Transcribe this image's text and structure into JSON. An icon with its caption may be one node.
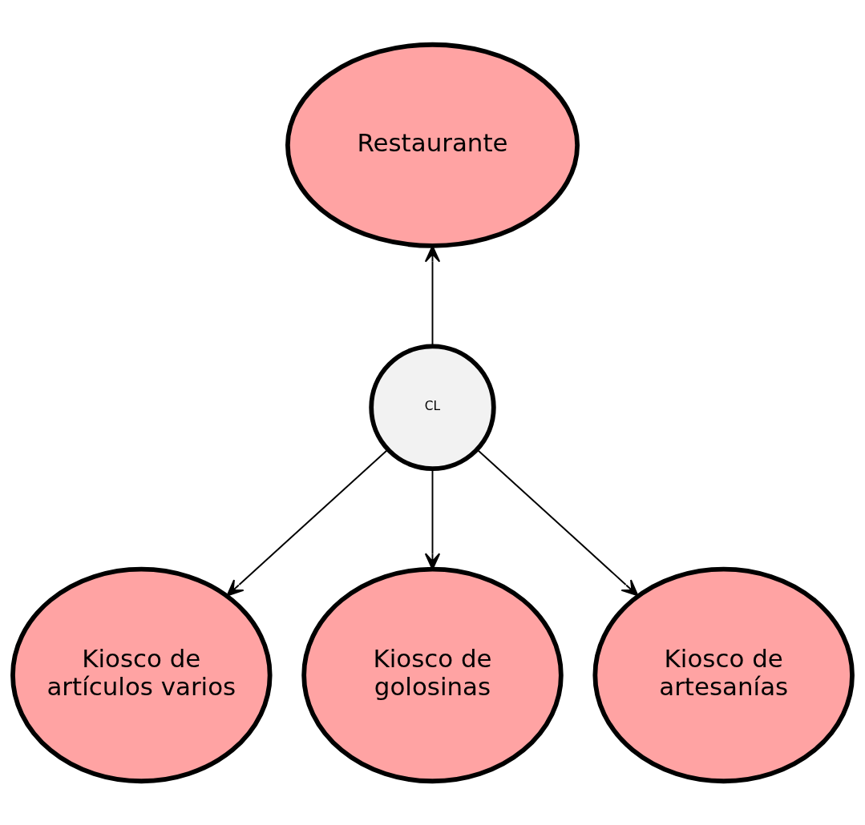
{
  "diagram": {
    "nodes": [
      {
        "text": [
          "Restaurante"
        ]
      },
      {
        "text": [
          "CL"
        ]
      },
      {
        "text": [
          "Kiosco de artículos varios"
        ]
      },
      {
        "text": [
          "Kiosco de golosinas"
        ]
      },
      {
        "text": [
          "Kiosco de artesanías"
        ]
      }
    ],
    "edges": [
      {
        "from": 1,
        "to": 0,
        "arrow": "to"
      },
      {
        "from": 1,
        "to": 2,
        "arrow": "to"
      },
      {
        "from": 1,
        "to": 3,
        "arrow": "to"
      },
      {
        "from": 1,
        "to": 4,
        "arrow": "to"
      }
    ]
  }
}
